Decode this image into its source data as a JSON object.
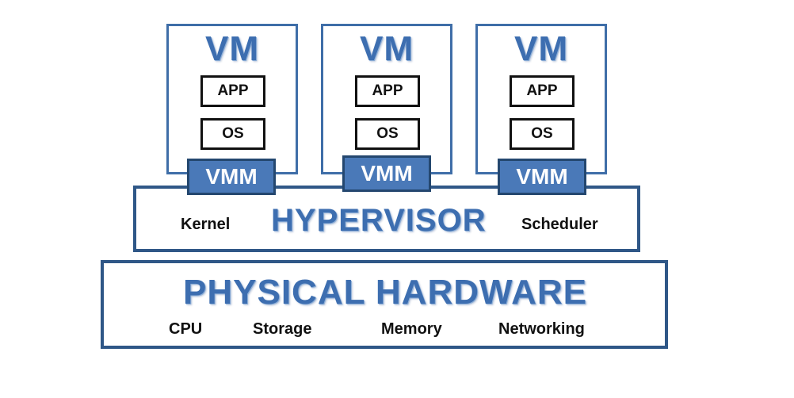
{
  "vms": [
    {
      "title": "VM",
      "app": "APP",
      "os": "OS",
      "vmm": "VMM"
    },
    {
      "title": "VM",
      "app": "APP",
      "os": "OS",
      "vmm": "VMM"
    },
    {
      "title": "VM",
      "app": "APP",
      "os": "OS",
      "vmm": "VMM"
    }
  ],
  "hypervisor": {
    "title": "HYPERVISOR",
    "left_label": "Kernel",
    "right_label": "Scheduler"
  },
  "hardware": {
    "title": "PHYSICAL HARDWARE",
    "items": [
      "CPU",
      "Storage",
      "Memory",
      "Networking"
    ]
  },
  "colors": {
    "accent": "#3d6eb0",
    "vmm_fill": "#4a79b8",
    "border_dark": "#2f5787"
  }
}
